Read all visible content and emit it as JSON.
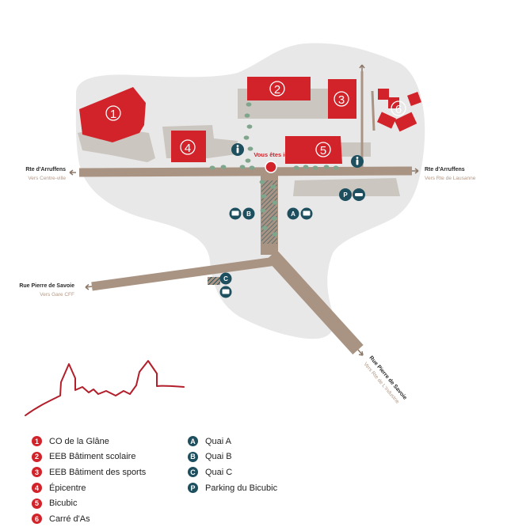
{
  "colors": {
    "zone": "#e9e8e8",
    "building": "#d2232a",
    "ghost_building": "#cbc6c0",
    "road": "#a99484",
    "edge": "#ffffff",
    "tree": "#7fa58c",
    "marker": "#1d4f5e",
    "subtitle": "#b39886",
    "skyline": "#b21e2a"
  },
  "map": {
    "you_are_here": "Vous êtes ici",
    "roads": [
      {
        "name": "Rte d'Arruffens",
        "direction": "Vers Centre-ville"
      },
      {
        "name": "Rte d'Arruffens",
        "direction": "Vers Rte de Lausanne"
      },
      {
        "name": "Rue Pierre de Savoie",
        "direction": "Vers Gare CFF"
      },
      {
        "name": "Rue Pierre de Savoie",
        "direction": "Vers Rte de L'Industrie"
      }
    ],
    "buildings": [
      "1",
      "2",
      "3",
      "4",
      "5",
      "6"
    ],
    "stops": [
      "A",
      "B",
      "C"
    ],
    "parking": "P",
    "icons": [
      "bus-icon",
      "pedestrian-icon",
      "parking-icon",
      "car-icon"
    ]
  },
  "legend": {
    "buildings": [
      {
        "num": "1",
        "label": "CO de la Glâne"
      },
      {
        "num": "2",
        "label": "EEB Bâtiment scolaire"
      },
      {
        "num": "3",
        "label": "EEB Bâtiment des sports"
      },
      {
        "num": "4",
        "label": "Épicentre"
      },
      {
        "num": "5",
        "label": "Bicubic"
      },
      {
        "num": "6",
        "label": "Carré d'As"
      }
    ],
    "transport": [
      {
        "code": "A",
        "label": "Quai A"
      },
      {
        "code": "B",
        "label": "Quai B"
      },
      {
        "code": "C",
        "label": "Quai C"
      },
      {
        "code": "P",
        "label": "Parking du Bicubic"
      }
    ]
  }
}
